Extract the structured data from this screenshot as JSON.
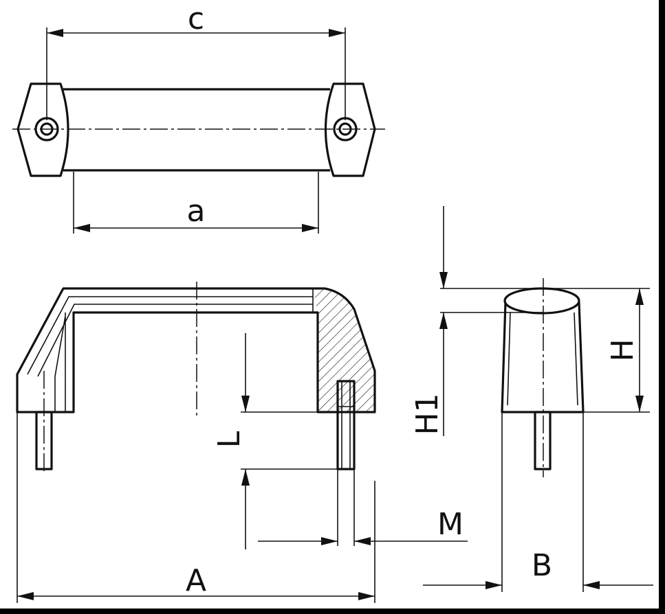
{
  "labels": {
    "c": "c",
    "a": "a",
    "A": "A",
    "L": "L",
    "M": "M",
    "H1": "H1",
    "H": "H",
    "B": "B"
  },
  "colors": {
    "line": "#111111",
    "background": "#ffffff",
    "border": "#000000"
  }
}
